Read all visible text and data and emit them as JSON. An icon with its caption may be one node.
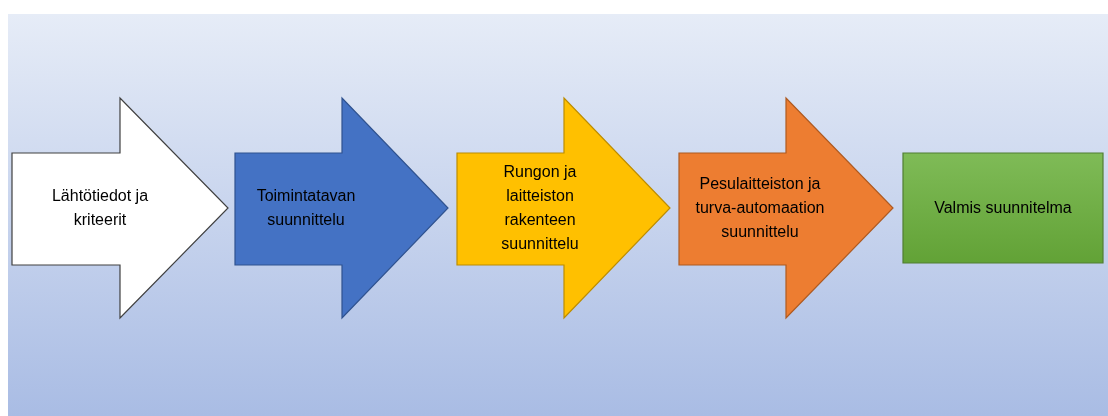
{
  "diagram": {
    "nodes": [
      {
        "text": [
          "Lähtötiedot ja kriteerit"
        ]
      },
      {
        "text": [
          "Toimintatavan suunnittelu"
        ]
      },
      {
        "text": [
          "Rungon ja laitteiston rakenteen suunnittelu"
        ]
      },
      {
        "text": [
          "Pesulaitteiston ja turva-automaation suunnittelu"
        ]
      },
      {
        "text": [
          "Valmis suunnitelma"
        ]
      }
    ]
  }
}
